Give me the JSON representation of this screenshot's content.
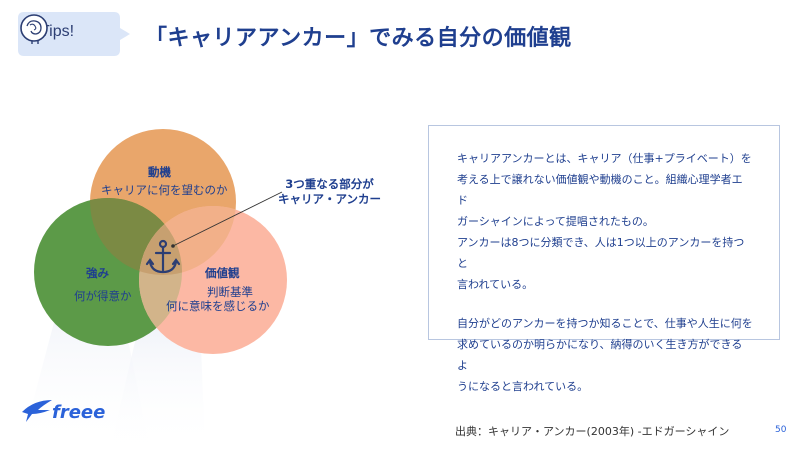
{
  "header": {
    "tips_label": "Tips!",
    "title": "「キャリアアンカー」でみる自分の価値観"
  },
  "venn": {
    "motive": {
      "title": "動機",
      "sub": "キャリアに何を望むのか",
      "color": "#e9a66b"
    },
    "strength": {
      "title": "強み",
      "sub": "何が得意か",
      "color": "#5c9a48"
    },
    "values": {
      "title": "価値観",
      "sub1": "判断基準",
      "sub2": "何に意味を感じるか",
      "color": "#fcb8a4"
    },
    "overlap_line1": "3つ重なる部分が",
    "overlap_line2": "キャリア・アンカー"
  },
  "description": {
    "lines1": [
      "キャリアアンカーとは、キャリア（仕事+プライベート）を",
      "考える上で譲れない価値観や動機のこと。組織心理学者エド",
      "ガーシャインによって提唱されたもの。",
      "アンカーは8つに分類でき、人は1つ以上のアンカーを持つと",
      "言われている。"
    ],
    "lines2": [
      "自分がどのアンカーを持つか知ることで、仕事や人生に何を",
      "求めているのか明らかになり、納得のいく生き方ができるよ",
      "うになると言われている。"
    ]
  },
  "footer": {
    "logo_text": "freee",
    "source": "出典：キャリア・アンカー(2003年) -エドガーシャイン",
    "page_number": "50"
  }
}
